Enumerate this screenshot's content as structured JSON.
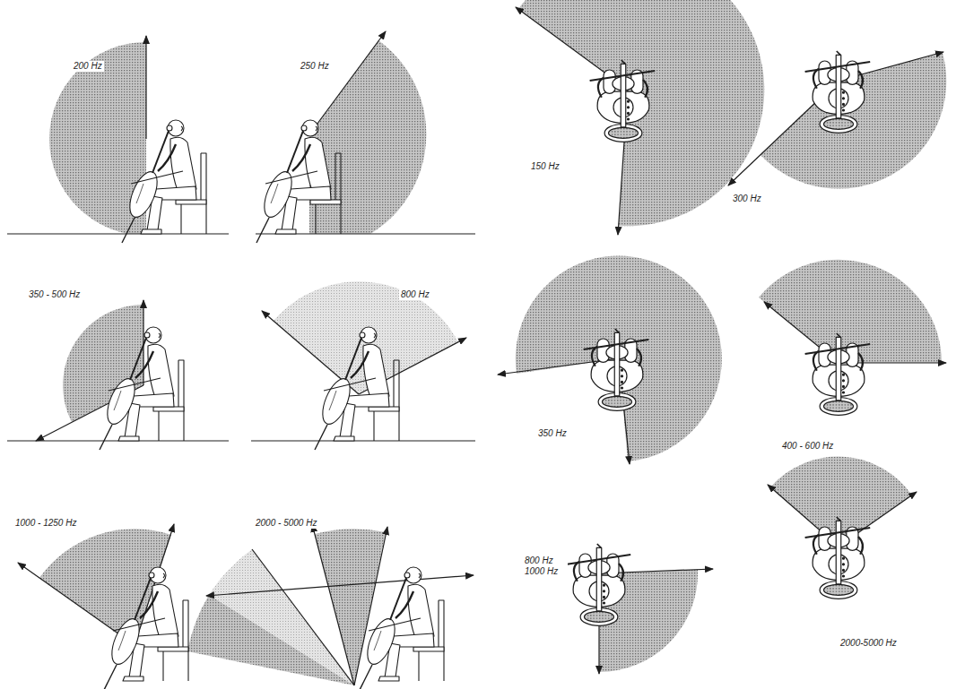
{
  "diagram": {
    "labels": [
      "200 Hz",
      "250 Hz",
      "350 - 500 Hz",
      "800 Hz",
      "1000 - 1250 Hz",
      "2000 - 5000 Hz",
      "150 Hz",
      "300 Hz",
      "350 Hz",
      "400 - 600 Hz",
      "800 Hz 1000 Hz",
      "2000-5000 Hz"
    ]
  }
}
